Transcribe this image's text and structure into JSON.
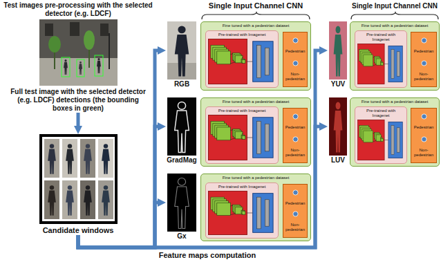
{
  "diagram": {
    "nodes": [
      {
        "text": [
          "Test images pre-processing with the selected detector (e.g. LDCF)",
          "Full test image with the selected detector (e.g. LDCF) detections (the bounding boxes in green)"
        ]
      },
      {
        "text": [
          "Candidate windows"
        ]
      },
      {
        "text": [
          "RGB"
        ]
      },
      {
        "text": [
          "Fine tuned with a pedestrian dataset"
        ]
      },
      {
        "text": [
          "Pre-trained with Imagenet"
        ],
        "in": 3
      },
      {
        "text": [
          "Pedestrian",
          "Non-pedestrian"
        ],
        "in": 3
      },
      {
        "text": [
          "GradMag"
        ]
      },
      {
        "text": [
          "Fine tuned with a pedestrian dataset"
        ]
      },
      {
        "text": [
          "Pre-trained with Imagenet"
        ],
        "in": 7
      },
      {
        "text": [
          "Pedestrian",
          "Non-pedestrian"
        ],
        "in": 7
      },
      {
        "text": [
          "Gx"
        ]
      },
      {
        "text": [
          "Fine tuned with a pedestrian dataset"
        ]
      },
      {
        "text": [
          "Pre-trained with Imagenet"
        ],
        "in": 11
      },
      {
        "text": [
          "Pedestrian",
          "Non-pedestrian"
        ],
        "in": 11
      },
      {
        "text": [
          "YUV"
        ]
      },
      {
        "text": [
          "Fine tuned with a pedestrian dataset"
        ]
      },
      {
        "text": [
          "Pre-trained with Imagenet"
        ],
        "in": 15
      },
      {
        "text": [
          "Pedestrian",
          "Non-pedestrian"
        ],
        "in": 15
      },
      {
        "text": [
          "LUV"
        ]
      },
      {
        "text": [
          "Fine tuned with a pedestrian dataset"
        ]
      },
      {
        "text": [
          "Pre-trained with Imagenet"
        ],
        "in": 19
      },
      {
        "text": [
          "Pedestrian",
          "Non-pedestrian"
        ],
        "in": 19
      }
    ],
    "edges": [
      {
        "from": 0,
        "to": 1,
        "arrow": "to"
      },
      {
        "from": 1,
        "to": 2,
        "arrow": "to"
      },
      {
        "from": 1,
        "to": 6,
        "arrow": "to"
      },
      {
        "from": 1,
        "to": 10,
        "arrow": "to"
      },
      {
        "from": 1,
        "to": 14,
        "arrow": "to"
      },
      {
        "from": 1,
        "to": 18,
        "arrow": "to"
      }
    ],
    "labels": [
      "Single Input Channel CNN",
      "Single Input Channel CNN",
      "Feature maps computation"
    ]
  }
}
